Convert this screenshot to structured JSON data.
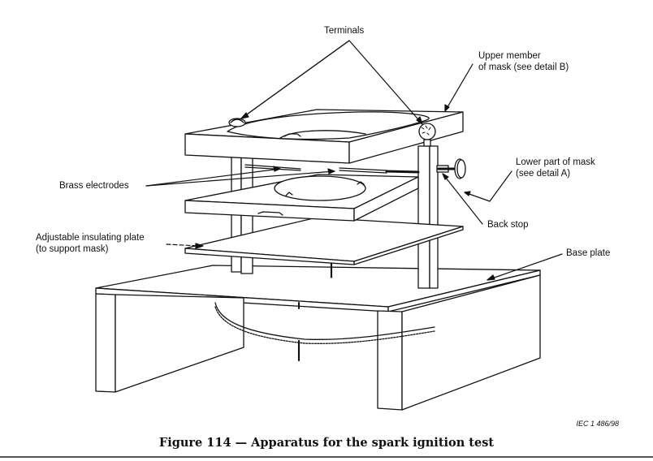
{
  "figure": {
    "caption": "Figure 114 — Apparatus for the spark ignition test",
    "reference": "IEC  1 486/98"
  },
  "labels": {
    "terminals": "Terminals",
    "upper_member_line1": "Upper member",
    "upper_member_line2": "of mask (see detail B)",
    "lower_part_line1": "Lower part of mask",
    "lower_part_line2": "(see detail A)",
    "back_stop": "Back stop",
    "brass_electrodes": "Brass electrodes",
    "insulating_plate_line1": "Adjustable insulating plate",
    "insulating_plate_line2": "(to support mask)",
    "base_plate": "Base plate"
  },
  "colors": {
    "ink": "#111111",
    "background": "#ffffff"
  }
}
